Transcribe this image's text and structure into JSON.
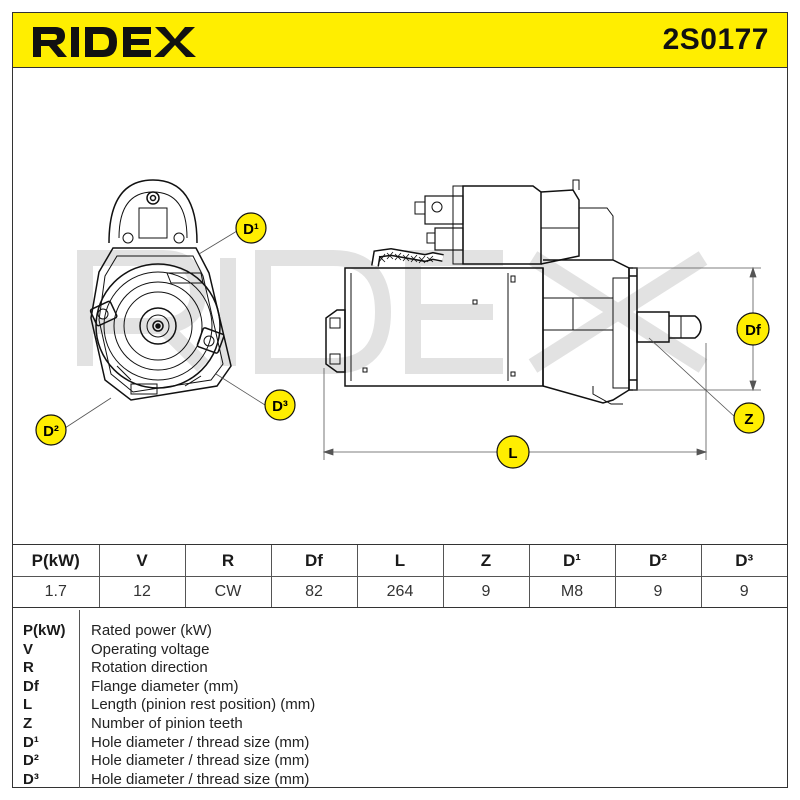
{
  "brand": {
    "logo_text": "RIDEX",
    "part_number": "2S0177",
    "accent": "#ffee00"
  },
  "drawing": {
    "watermark": "RIDEX",
    "callouts": {
      "d1": "D¹",
      "d2": "D²",
      "d3": "D³",
      "df": "Df",
      "z": "Z",
      "l": "L"
    }
  },
  "spec_table": {
    "headers": [
      "P(kW)",
      "V",
      "R",
      "Df",
      "L",
      "Z",
      "D¹",
      "D²",
      "D³"
    ],
    "values": [
      "1.7",
      "12",
      "CW",
      "82",
      "264",
      "9",
      "M8",
      "9",
      "9"
    ]
  },
  "legend": [
    {
      "code": "P(kW)",
      "desc": "Rated power (kW)"
    },
    {
      "code": "V",
      "desc": "Operating voltage"
    },
    {
      "code": "R",
      "desc": "Rotation direction"
    },
    {
      "code": "Df",
      "desc": "Flange diameter (mm)"
    },
    {
      "code": "L",
      "desc": "Length (pinion rest position) (mm)"
    },
    {
      "code": "Z",
      "desc": "Number of pinion teeth"
    },
    {
      "code": "D¹",
      "desc": "Hole diameter / thread size (mm)"
    },
    {
      "code": "D²",
      "desc": "Hole diameter / thread size (mm)"
    },
    {
      "code": "D³",
      "desc": "Hole diameter / thread size (mm)"
    }
  ]
}
